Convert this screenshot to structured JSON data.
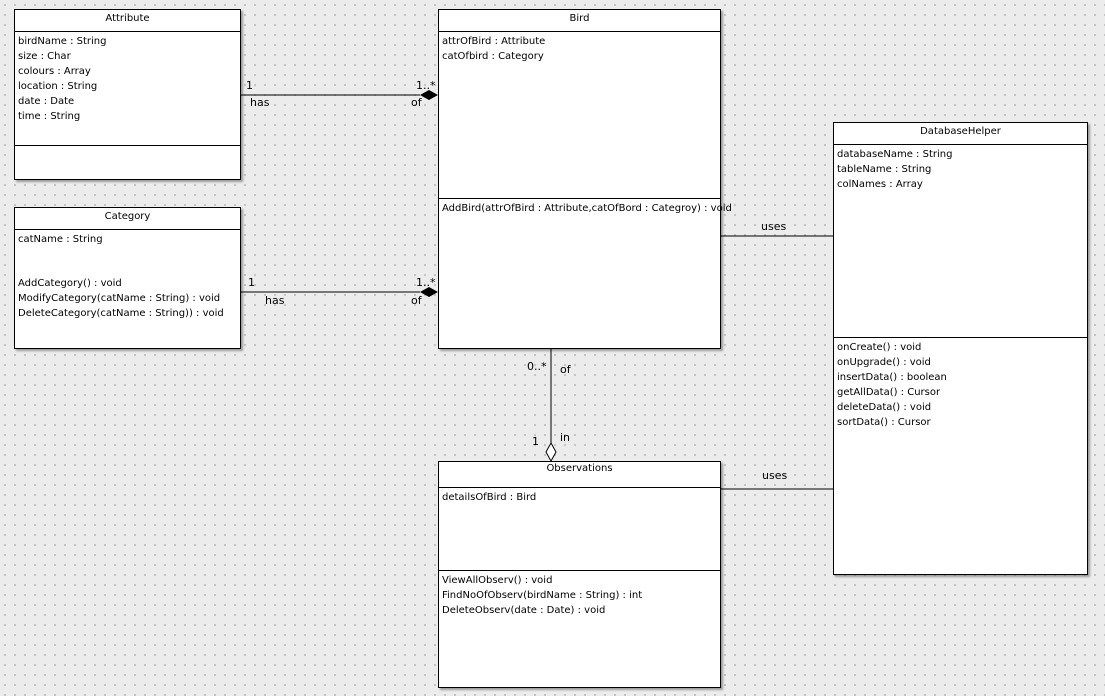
{
  "classes": {
    "attribute": {
      "name": "Attribute",
      "attributes": [
        "birdName : String",
        "size : Char",
        "colours : Array",
        "location : String",
        "date : Date",
        "time : String"
      ],
      "operations": []
    },
    "category": {
      "name": "Category",
      "attributes": [
        "catName : String"
      ],
      "operations": [
        "AddCategory() : void",
        "ModifyCategory(catName : String) : void",
        "DeleteCategory(catName : String)) : void"
      ]
    },
    "bird": {
      "name": "Bird",
      "attributes": [
        "attrOfBird : Attribute",
        "catOfbird : Category"
      ],
      "operations": [
        "AddBird(attrOfBird : Attribute,catOfBord : Categroy) : void"
      ]
    },
    "observations": {
      "name": "Observations",
      "attributes": [
        "detailsOfBird : Bird"
      ],
      "operations": [
        "ViewAllObserv() : void",
        "FindNoOfObserv(birdName : String) : int",
        "DeleteObserv(date : Date) : void"
      ]
    },
    "database_helper": {
      "name": "DatabaseHelper",
      "attributes": [
        "databaseName : String",
        "tableName : String",
        "colNames : Array"
      ],
      "operations": [
        "onCreate() : void",
        "onUpgrade() : void",
        "insertData() : boolean",
        "getAllData() : Cursor",
        "deleteData() : void",
        "sortData() : Cursor"
      ]
    }
  },
  "associations": {
    "attribute_bird": {
      "source_mult": "1",
      "label": "has",
      "target_mult": "1..*",
      "target_label": "of",
      "kind": "composition"
    },
    "category_bird": {
      "source_mult": "1",
      "label": "has",
      "target_mult": "1..*",
      "target_label": "of",
      "kind": "composition"
    },
    "bird_observations": {
      "source_mult": "0..*",
      "source_label": "of",
      "target_mult": "1",
      "target_label": "in",
      "kind": "aggregation"
    },
    "bird_dbhelper": {
      "label": "uses",
      "kind": "association"
    },
    "observations_dbhelper": {
      "label": "uses",
      "kind": "association"
    }
  }
}
